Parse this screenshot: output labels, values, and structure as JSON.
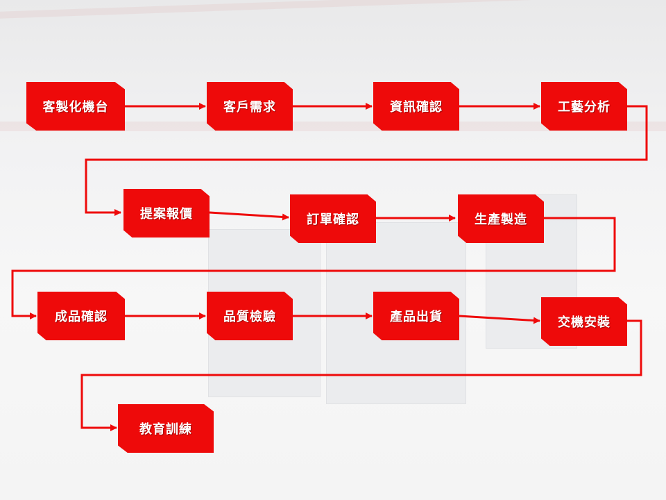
{
  "diagram": {
    "accent_color": "#ee0a0a",
    "nodes": [
      {
        "label": "客製化機台"
      },
      {
        "label": "客戶需求"
      },
      {
        "label": "資訊確認"
      },
      {
        "label": "工藝分析"
      },
      {
        "label": "提案報價"
      },
      {
        "label": "訂單確認"
      },
      {
        "label": "生產製造"
      },
      {
        "label": "成品確認"
      },
      {
        "label": "品質檢驗"
      },
      {
        "label": "產品出貨"
      },
      {
        "label": "交機安裝"
      },
      {
        "label": "教育訓練"
      }
    ]
  }
}
